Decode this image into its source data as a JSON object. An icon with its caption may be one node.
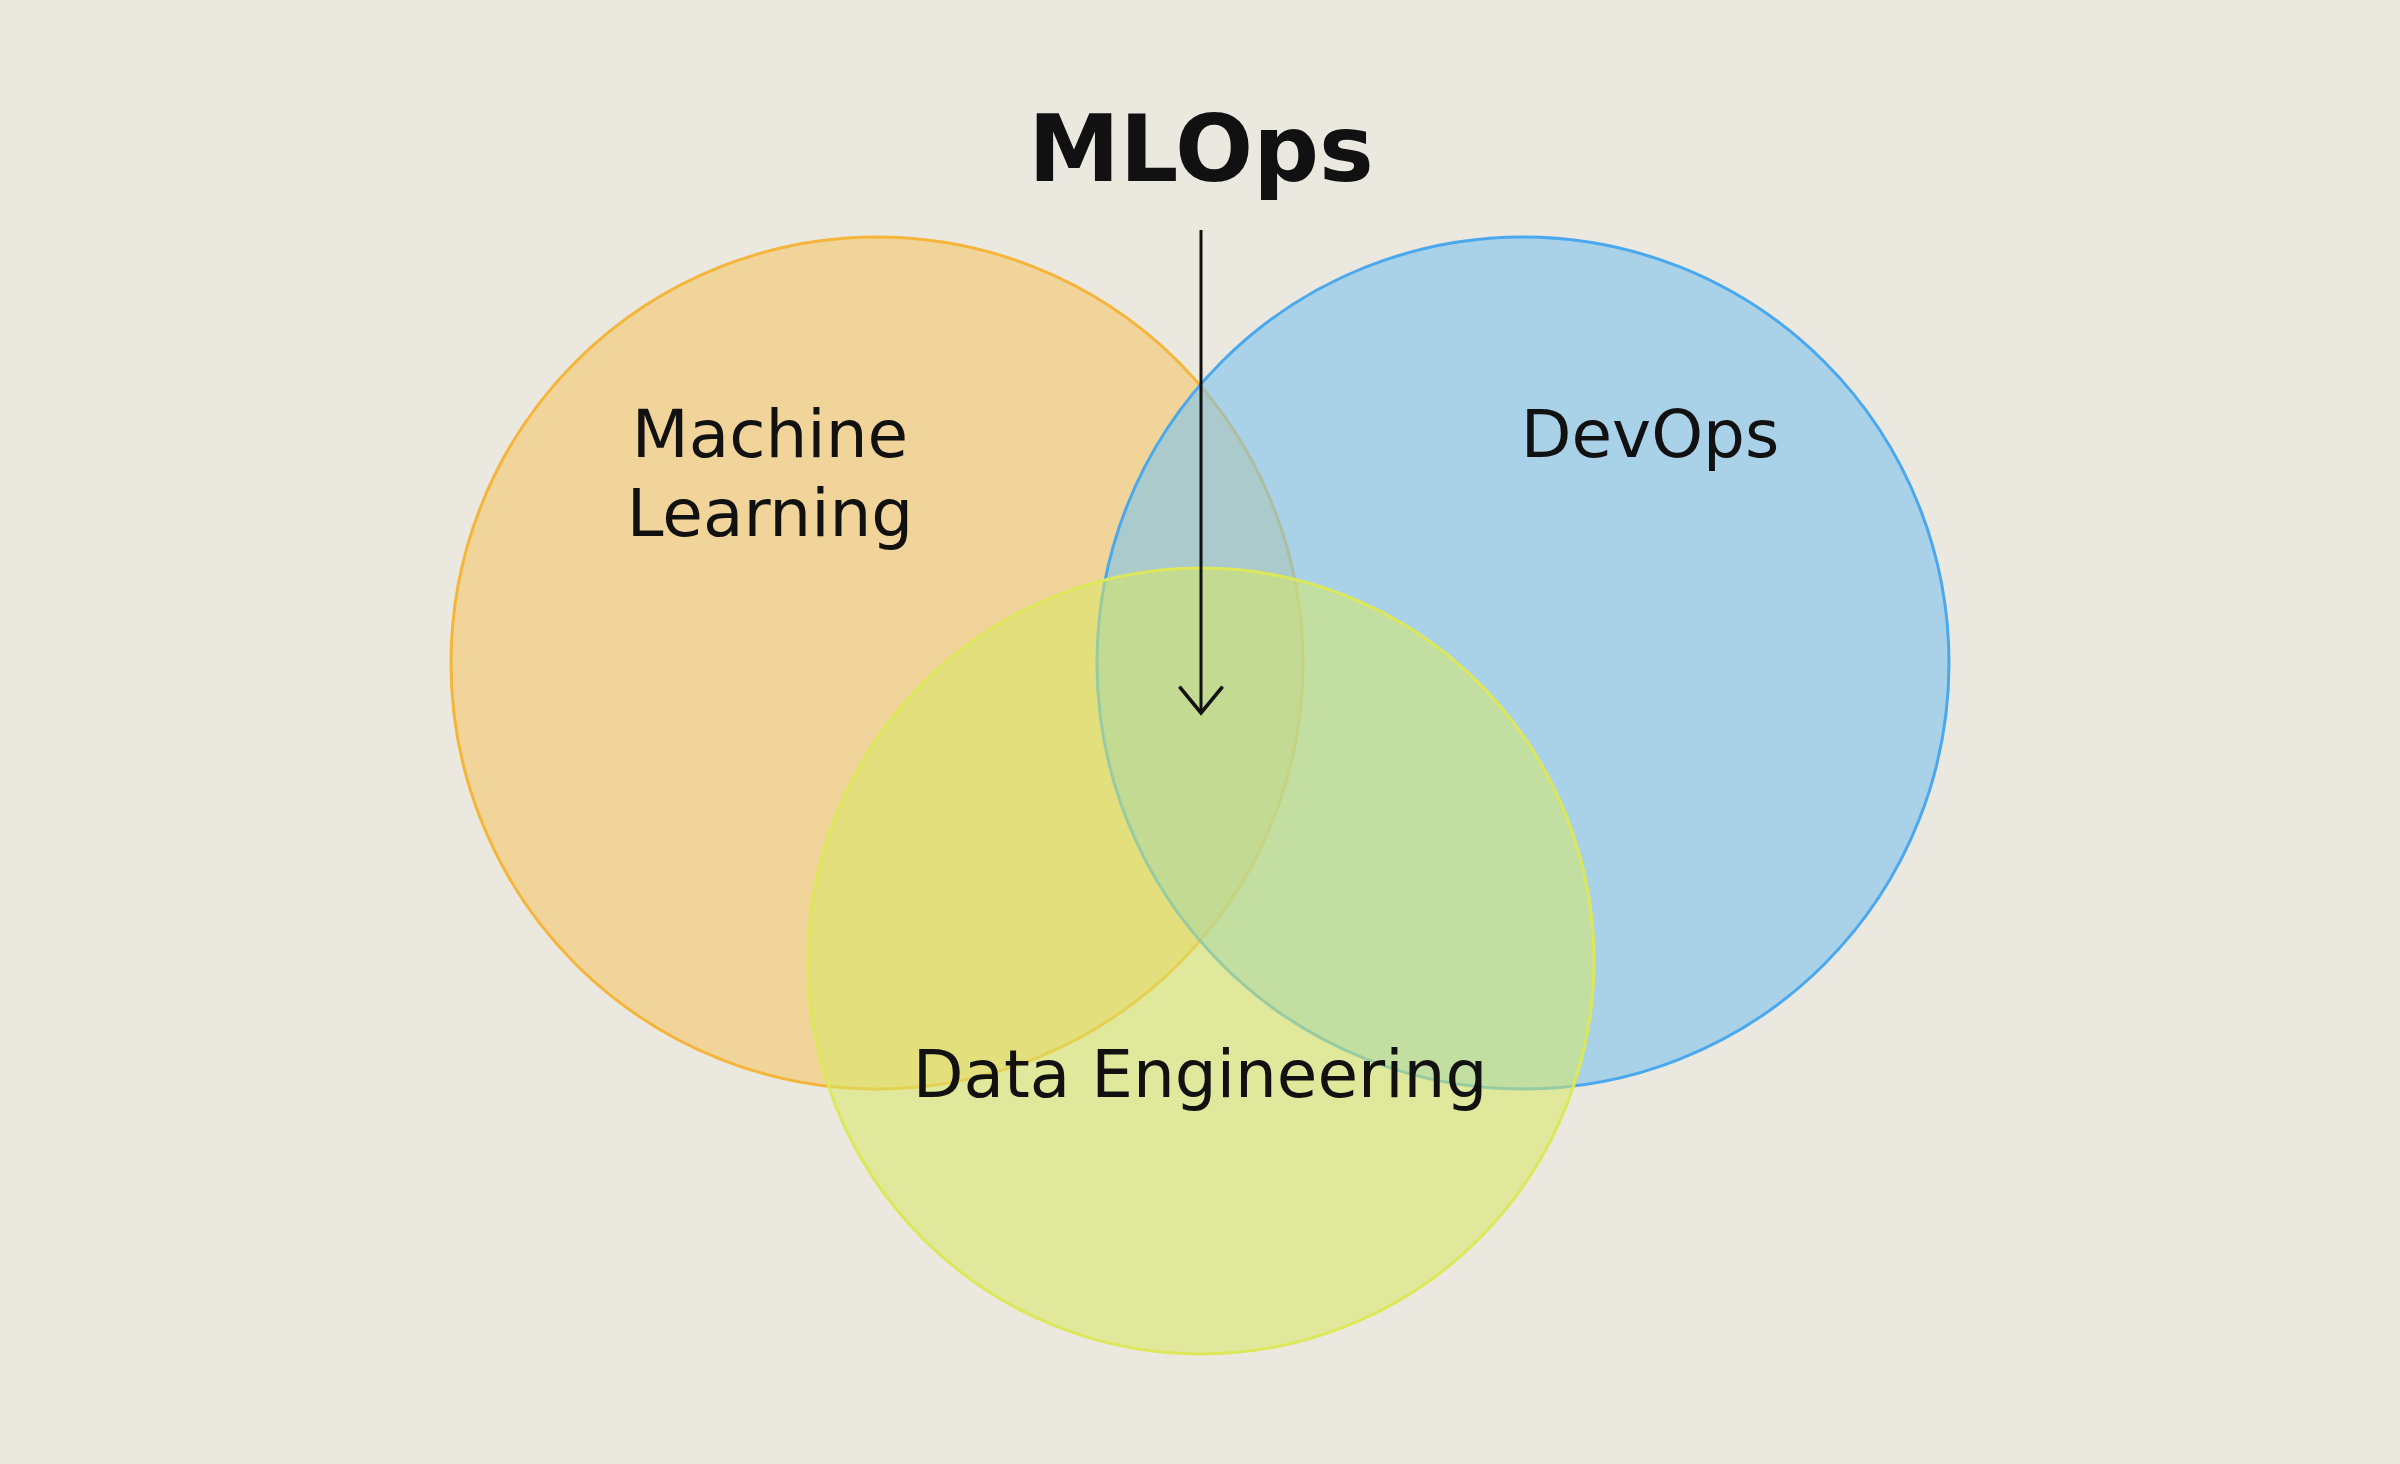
{
  "diagram": {
    "nodes": [
      {
        "text": [
          "MLOps"
        ]
      },
      {
        "text": [
          "Machine Learning"
        ]
      },
      {
        "text": [
          "DevOps"
        ]
      },
      {
        "text": [
          "Data Engineering"
        ]
      }
    ],
    "edges": [
      {
        "from": 0,
        "to": 3,
        "arrow": "to"
      }
    ]
  }
}
